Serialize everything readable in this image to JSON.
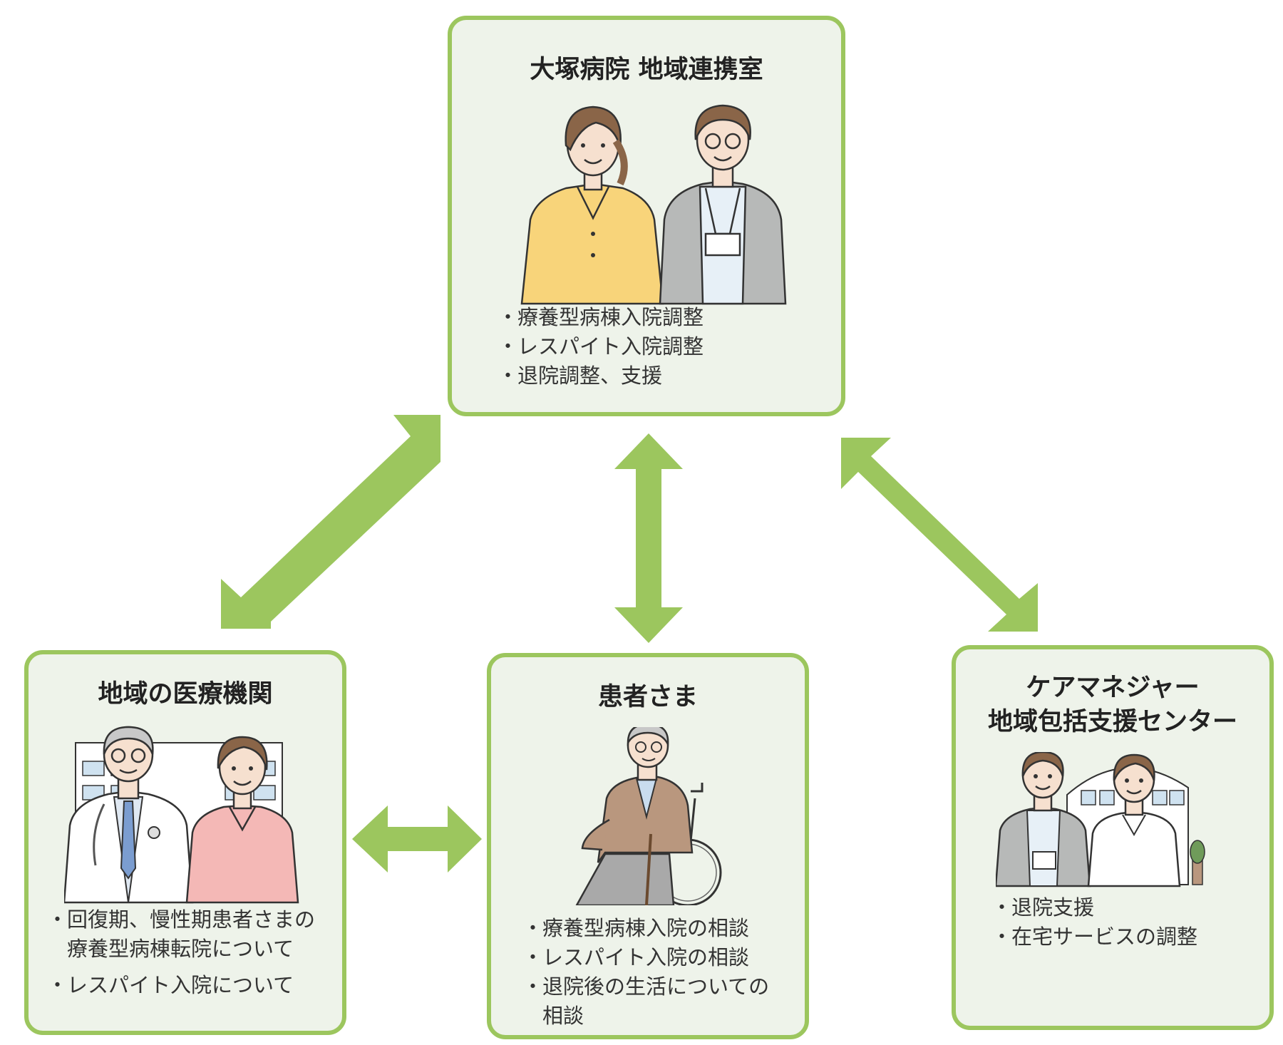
{
  "colors": {
    "accent": "#9cc65e",
    "box_fill": "#eef3ea"
  },
  "hospital_office": {
    "title": "大塚病院 地域連携室",
    "items": [
      "療養型病棟入院調整",
      "レスパイト入院調整",
      "退院調整、支援"
    ]
  },
  "medical_institutions": {
    "title": "地域の医療機関",
    "items": [
      {
        "line1": "回復期、慢性期患者さまの",
        "line2": "療養型病棟転院について"
      },
      {
        "line1": "レスパイト入院について",
        "line2": ""
      }
    ]
  },
  "patient": {
    "title": "患者さま",
    "items": [
      {
        "line1": "療養型病棟入院の相談",
        "line2": ""
      },
      {
        "line1": "レスパイト入院の相談",
        "line2": ""
      },
      {
        "line1": "退院後の生活についての",
        "line2": "相談"
      }
    ]
  },
  "care_manager": {
    "title_line1": "ケアマネジャー",
    "title_line2": "地域包括支援センター",
    "items": [
      "退院支援",
      "在宅サービスの調整"
    ]
  },
  "bullet": "・"
}
